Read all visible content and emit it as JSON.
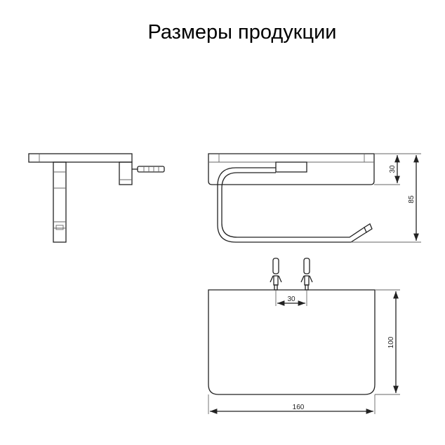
{
  "title": "Размеры продукции",
  "dimensions": {
    "front_plate_height": "30",
    "front_total_height": "85",
    "anchor_spacing": "30",
    "plate_depth": "100",
    "plate_width": "160"
  }
}
